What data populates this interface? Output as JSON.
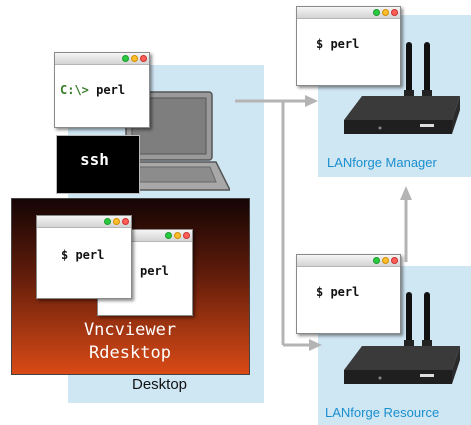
{
  "desktop": {
    "label": "Desktop",
    "terminal_prompt": "C:\\>",
    "terminal_cmd": "perl",
    "ssh_label": "ssh",
    "remote_window_front": "$ perl",
    "remote_window_back": "perl",
    "remote_tools_line1": "Vncviewer",
    "remote_tools_line2": "Rdesktop"
  },
  "manager": {
    "window_text": "$ perl",
    "label": "LANforge Manager"
  },
  "resource": {
    "window_text": "$ perl",
    "label": "LANforge Resource"
  },
  "colors": {
    "panel": "#cfe6f3",
    "arrow": "#b4b4b4",
    "caption": "#1a8fcf",
    "remote_gradient_top": "#150505",
    "remote_gradient_bottom": "#d94a16"
  }
}
